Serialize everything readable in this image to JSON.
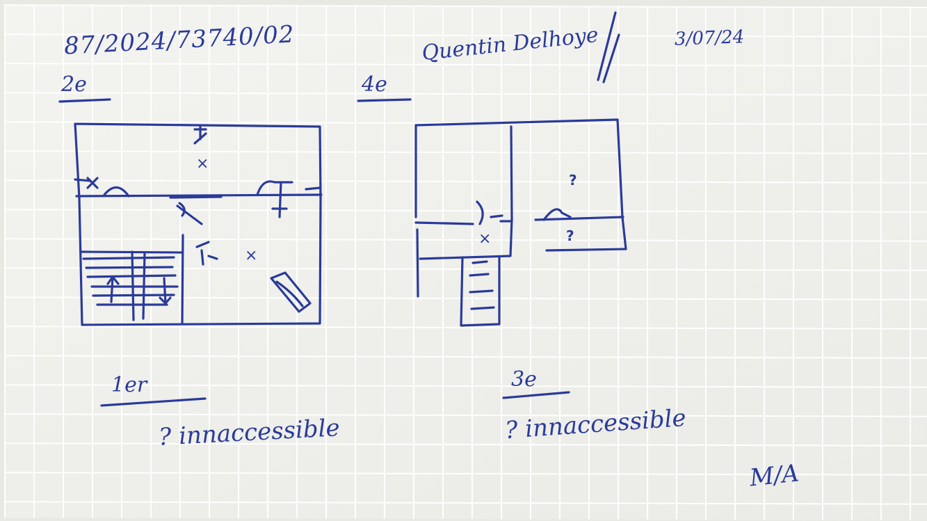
{
  "header": {
    "reference": "87/2024/73740/02",
    "name": "Quentin Delhoye",
    "date": "3/07/24"
  },
  "floors": {
    "second": {
      "label": "2e"
    },
    "fourth": {
      "label": "4e",
      "marks": [
        "?",
        "?"
      ]
    },
    "first": {
      "label": "1er",
      "note": "? innaccessible"
    },
    "third": {
      "label": "3e",
      "note": "? innaccessible"
    }
  },
  "signature": "M/A",
  "ink_color": "#2a3a9a"
}
